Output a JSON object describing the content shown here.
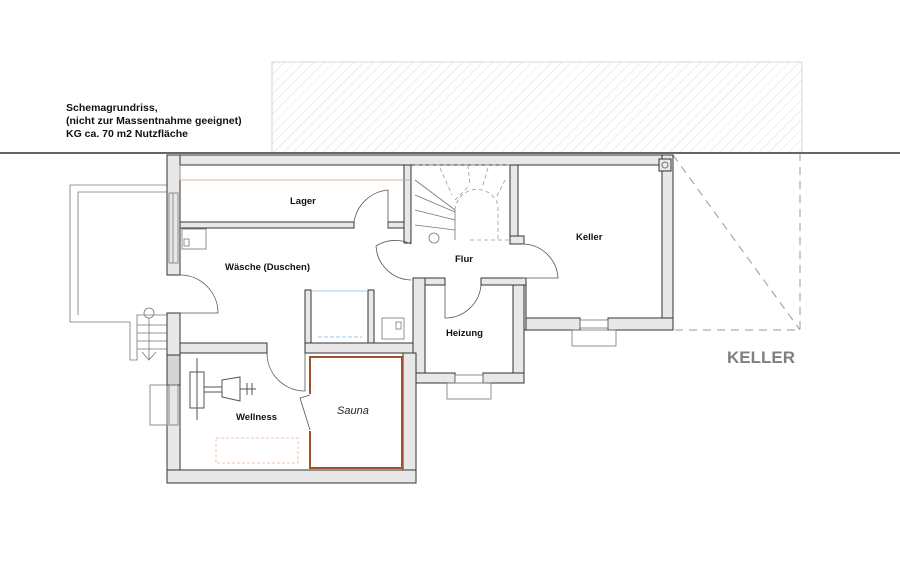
{
  "notes": {
    "line1": "Schemagrundriss,",
    "line2": "(nicht zur Massentnahme geeignet)",
    "line3": "KG ca. 70 m2 Nutzfläche"
  },
  "rooms": {
    "lager": "Lager",
    "waesche": "Wäsche (Duschen)",
    "flur": "Flur",
    "keller": "Keller",
    "heizung": "Heizung",
    "wellness": "Wellness",
    "sauna": "Sauna"
  },
  "floor_label": "KELLER",
  "colors": {
    "wall_fill": "#e8e8e8",
    "sauna_border": "#a0522d",
    "floor_label": "#808080",
    "shower_line": "#7fb8e6"
  }
}
